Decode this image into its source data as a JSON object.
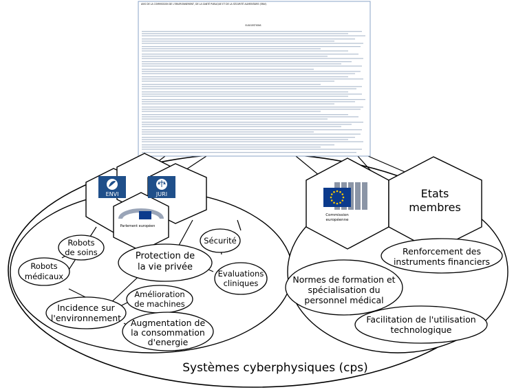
{
  "document": {
    "header": "AVIS DE LA COMMISSION DE L'ENVIRONNEMENT, DE LA SANTÉ PUBLIQUE ET DE LA SÉCURITÉ ALIMENTAIRE (ENVI)",
    "heading": "SUGGESTIONS"
  },
  "committees": [
    {
      "label": "ENVI",
      "icon": "leaf-icon",
      "color": "#1f4f8a"
    },
    {
      "label": "JURI",
      "icon": "scales-icon",
      "color": "#1f4f8a"
    }
  ],
  "parliament_label": "Parlement européen",
  "commission_label": [
    "Commission",
    "européenne"
  ],
  "member_states_label": [
    "Etats",
    "membres"
  ],
  "system_label": "Systèmes cyberphysiques (cps)",
  "left_topics": [
    {
      "id": "robots-soins",
      "lines": [
        "Robots",
        "de soins"
      ]
    },
    {
      "id": "robots-medicaux",
      "lines": [
        "Robots",
        "médicaux"
      ]
    },
    {
      "id": "protection-vie-privee",
      "lines": [
        "Protection de",
        "la vie privée"
      ]
    },
    {
      "id": "securite",
      "lines": [
        "Sécurité"
      ]
    },
    {
      "id": "evaluations-cliniques",
      "lines": [
        "Evaluations",
        "cliniques"
      ]
    },
    {
      "id": "amelioration-machines",
      "lines": [
        "Amélioration",
        "de machines"
      ]
    },
    {
      "id": "incidence-environnement",
      "lines": [
        "Incidence sur",
        "l'environnement"
      ]
    },
    {
      "id": "augmentation-energie",
      "lines": [
        "Augmentation de",
        "la consommation",
        "d'energie"
      ]
    }
  ],
  "right_topics": [
    {
      "id": "renforcement-financiers",
      "lines": [
        "Renforcement des",
        "instruments financiers"
      ]
    },
    {
      "id": "normes-formation",
      "lines": [
        "Normes de formation et",
        "spécialisation du",
        "personnel médical"
      ]
    },
    {
      "id": "facilitation-technologique",
      "lines": [
        "Facilitation de l'utilisation",
        "technologique"
      ]
    }
  ],
  "colors": {
    "eu_blue": "#0b3a8c",
    "eu_gold": "#ffcc00",
    "doc_border": "#8aa3c7"
  }
}
